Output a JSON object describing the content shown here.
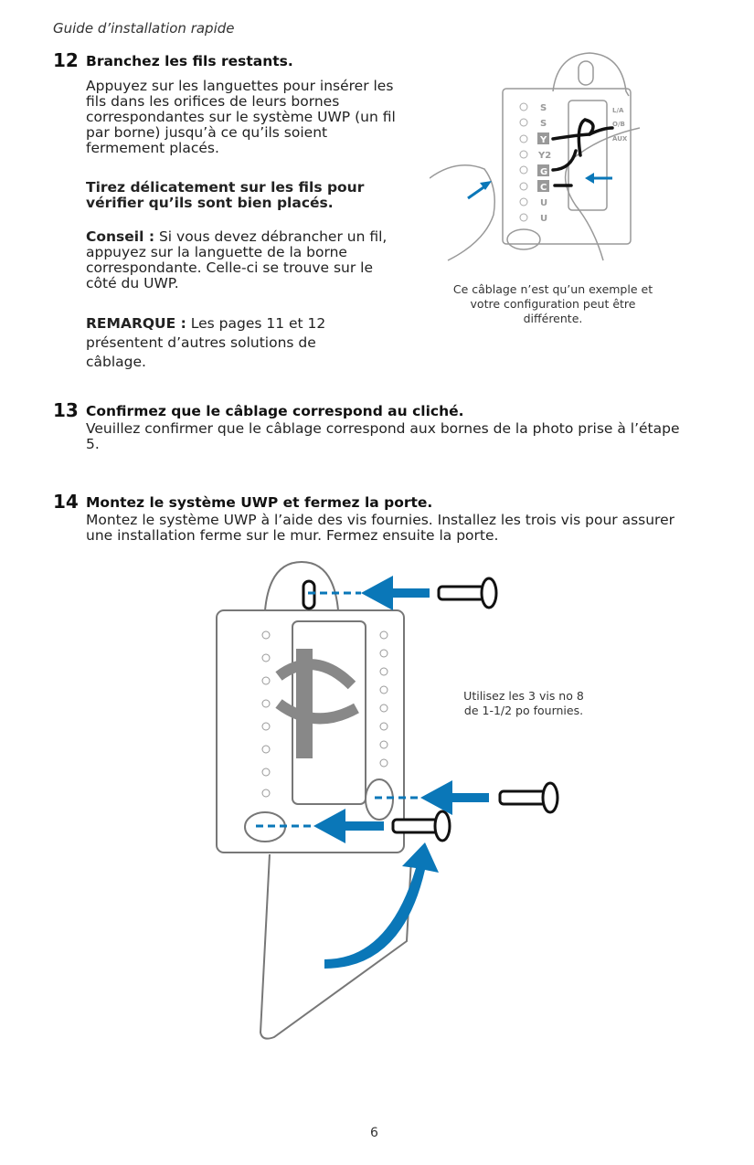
{
  "header": {
    "title": "Guide d’installation rapide"
  },
  "step12": {
    "number": "12",
    "title": "Branchez les fils restants.",
    "para1": "Appuyez sur les languettes pour insérer les fils dans les orifices de leurs bornes correspondantes sur le système UWP (un fil par borne) jusqu’à ce qu’ils soient fermement placés.",
    "para2": "Tirez délicatement sur les fils pour vérifier qu’ils sont bien placés.",
    "tip_label": "Conseil :",
    "tip_text": " Si vous devez débrancher un fil, appuyez sur la languette de la borne correspondante. Celle-ci se trouve sur le côté du UWP.",
    "note_label": "REMARQUE :",
    "note_text": " Les pages 11 et 12 présentent d’autres solutions de câblage.",
    "figure_caption": "Ce câblage n’est qu’un exemple et votre configuration peut être différente.",
    "terminals": [
      "S",
      "S",
      "Y",
      "Y2",
      "G",
      "C",
      "U",
      "U"
    ],
    "right_terminals": [
      "L/A",
      "O/B",
      "AUX"
    ]
  },
  "step13": {
    "number": "13",
    "title": "Confirmez que le câblage correspond au cliché.",
    "text": "Veuillez confirmer que le câblage correspond aux bornes de la photo prise à l’étape 5."
  },
  "step14": {
    "number": "14",
    "title": "Montez le système UWP et fermez la porte.",
    "text": "Montez le système UWP à l’aide des vis fournies. Installez les trois vis pour assurer une installation ferme sur le mur. Fermez ensuite la porte.",
    "figure_caption": "Utilisez les 3 vis no 8 de 1-1/2 po fournies."
  },
  "footer": {
    "page_number": "6"
  },
  "colors": {
    "accent": "#0a77b8",
    "line": "#888888"
  }
}
